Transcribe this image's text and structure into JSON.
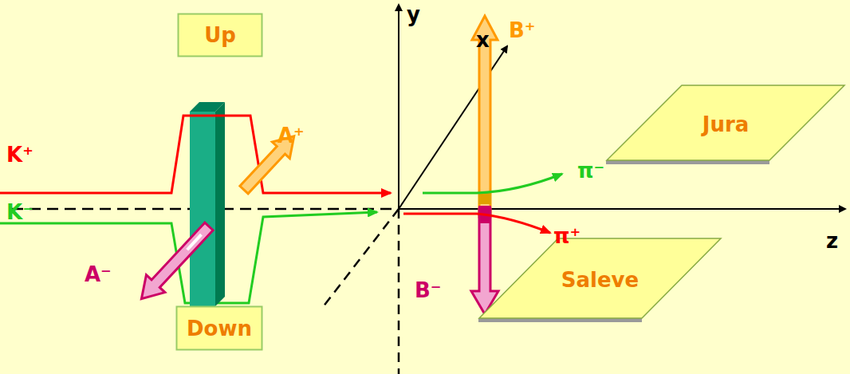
{
  "diagram": {
    "nodes": [
      {
        "text": [
          "Up"
        ]
      },
      {
        "text": [
          "Down"
        ]
      },
      {
        "text": [
          "Jura"
        ]
      },
      {
        "text": [
          "Saleve"
        ]
      }
    ],
    "labels": [
      "y",
      "x",
      "K⁺",
      "K⁻",
      "A⁺",
      "A⁻",
      "B⁺",
      "B⁻",
      "π⁻",
      "π⁺",
      "z"
    ]
  }
}
